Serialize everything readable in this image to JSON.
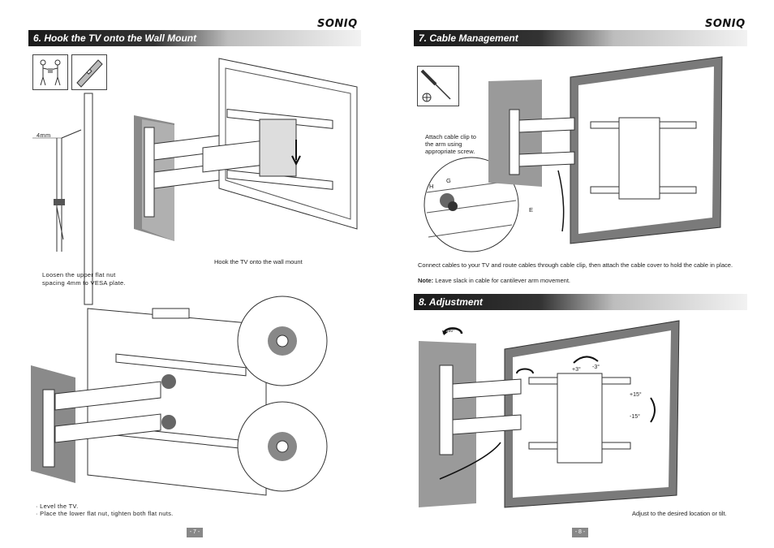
{
  "left_page": {
    "brand": "SONIQ",
    "section_title": "6. Hook the TV onto the Wall Mount",
    "measure_label": "4mm",
    "caption_loosen_1": "Loosen the upper flat nut",
    "caption_loosen_2": "spacing 4mm to VESA plate.",
    "caption_hook": "Hook the TV onto the wall mount",
    "bullet_1": "· Level the TV.",
    "bullet_2": "· Place the lower flat nut, tighten both flat nuts.",
    "page_number": "- 7 -"
  },
  "right_page": {
    "brand": "SONIQ",
    "section7_title": "7. Cable Management",
    "clip_text_1": "Attach cable clip to",
    "clip_text_2": "the arm using",
    "clip_text_3": "appropriate screw.",
    "label_g": "G",
    "label_h": "H",
    "label_e": "E",
    "cable_text": "Connect cables to your TV and route cables through cable clip, then attach the cable cover to hold the cable in place.",
    "note_label": "Note:",
    "note_text": " Leave slack in cable for cantilever arm movement.",
    "section8_title": "8. Adjustment",
    "rot_label": "180°",
    "tilt_plus3": "+3°",
    "tilt_minus3": "-3°",
    "swivel_plus15": "+15°",
    "swivel_minus15": "-15°",
    "adjust_caption": "Adjust to the desired location or tilt.",
    "page_number": "- 8 -"
  }
}
